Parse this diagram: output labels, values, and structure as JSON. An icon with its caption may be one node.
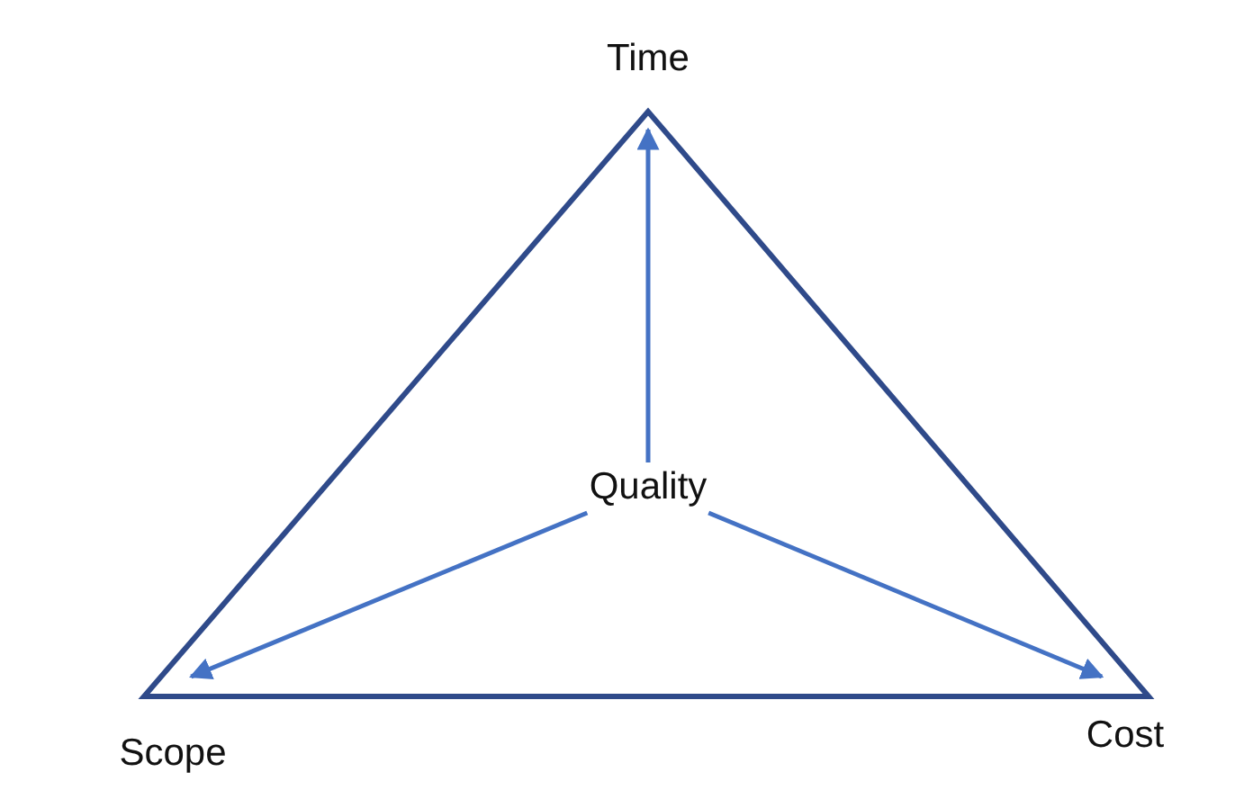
{
  "diagram": {
    "nodes": [
      {
        "text": [
          "Time"
        ]
      },
      {
        "text": [
          "Quality"
        ]
      },
      {
        "text": [
          "Scope"
        ]
      },
      {
        "text": [
          "Cost"
        ]
      }
    ],
    "edges": [
      {
        "from": 1,
        "to": 0,
        "arrow": "to"
      },
      {
        "from": 1,
        "to": 2,
        "arrow": "to"
      },
      {
        "from": 1,
        "to": 3,
        "arrow": "to"
      }
    ]
  }
}
